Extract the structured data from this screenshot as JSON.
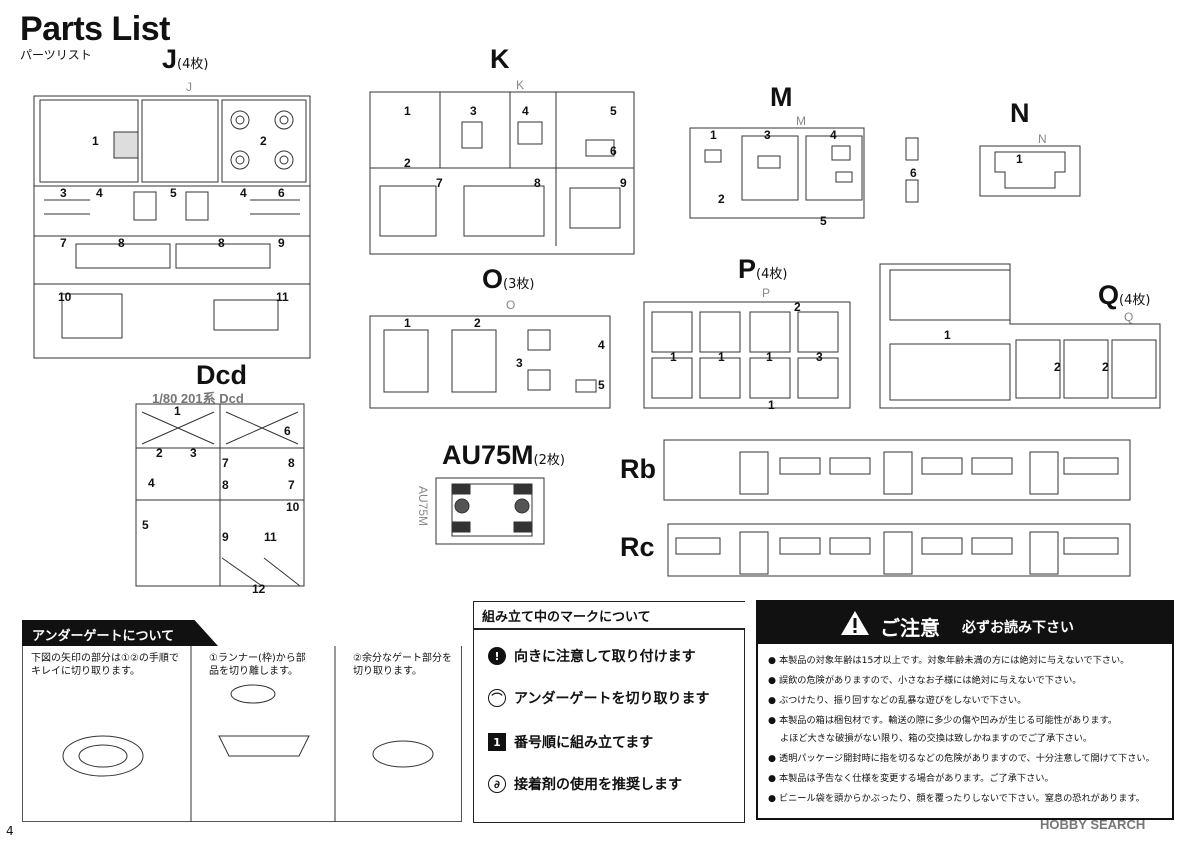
{
  "header": {
    "title": "Parts List",
    "subtitle": "パーツリスト"
  },
  "sprues": {
    "J": {
      "label": "J",
      "count": "(4枚)",
      "tag": "J",
      "parts": [
        "1",
        "2",
        "3",
        "4",
        "5",
        "4",
        "6",
        "7",
        "8",
        "8",
        "9",
        "10",
        "11"
      ]
    },
    "K": {
      "label": "K",
      "tag": "K",
      "parts": [
        "1",
        "2",
        "3",
        "4",
        "5",
        "6",
        "7",
        "8",
        "9"
      ]
    },
    "M": {
      "label": "M",
      "tag": "M",
      "parts": [
        "1",
        "3",
        "4",
        "2",
        "5",
        "6"
      ]
    },
    "N": {
      "label": "N",
      "tag": "N",
      "parts": [
        "1"
      ]
    },
    "O": {
      "label": "O",
      "count": "(3枚)",
      "tag": "O",
      "parts": [
        "1",
        "2",
        "3",
        "4",
        "5"
      ]
    },
    "P": {
      "label": "P",
      "count": "(4枚)",
      "tag": "P",
      "parts": [
        "1",
        "1",
        "1",
        "2",
        "3",
        "1"
      ]
    },
    "Q": {
      "label": "Q",
      "count": "(4枚)",
      "tag": "Q",
      "parts": [
        "1",
        "2",
        "2"
      ]
    },
    "Dcd": {
      "label": "Dcd",
      "tag": "1/80 201系 Dcd",
      "parts": [
        "1",
        "6",
        "2",
        "3",
        "7",
        "8",
        "4",
        "8",
        "7",
        "5",
        "10",
        "9",
        "11",
        "12"
      ]
    },
    "AU75M": {
      "label": "AU75M",
      "count": "(2枚)",
      "tag": "AU75M"
    },
    "Rb": {
      "label": "Rb"
    },
    "Rc": {
      "label": "Rc"
    }
  },
  "undergate": {
    "title": "アンダーゲートについて",
    "step0": "下図の矢印の部分は①②の手順でキレイに切り取ります。",
    "step1": "①ランナー(枠)から部品を切り離します。",
    "step2": "②余分なゲート部分を切り取ります。"
  },
  "marks": {
    "title": "組み立て中のマークについて",
    "items": [
      {
        "icon": "exclamation-icon",
        "text": "向きに注意して取り付けます"
      },
      {
        "icon": "gate-icon",
        "text": "アンダーゲートを切り取ります"
      },
      {
        "icon": "number-icon",
        "text": "番号順に組み立てます",
        "glyph": "1"
      },
      {
        "icon": "glue-icon",
        "text": "接着剤の使用を推奨します"
      }
    ]
  },
  "caution": {
    "title": "ご注意",
    "subtitle": "必ずお読み下さい",
    "items": [
      "本製品の対象年齢は15才以上です。対象年齢未満の方には絶対に与えないで下さい。",
      "誤飲の危険がありますので、小さなお子様には絶対に与えないで下さい。",
      "ぶつけたり、振り回すなどの乱暴な遊びをしないで下さい。",
      "本製品の箱は梱包材です。輸送の際に多少の傷や凹みが生じる可能性があります。",
      "よほど大きな破損がない限り、箱の交換は致しかねますのでご了承下さい。",
      "透明パッケージ開封時に指を切るなどの危険がありますので、十分注意して開けて下さい。",
      "本製品は予告なく仕様を変更する場合があります。ご了承下さい。",
      "ビニール袋を頭からかぶったり、顔を覆ったりしないで下さい。窒息の恐れがあります。"
    ]
  },
  "footer": {
    "page": "4",
    "watermark": "HOBBY SEARCH"
  }
}
